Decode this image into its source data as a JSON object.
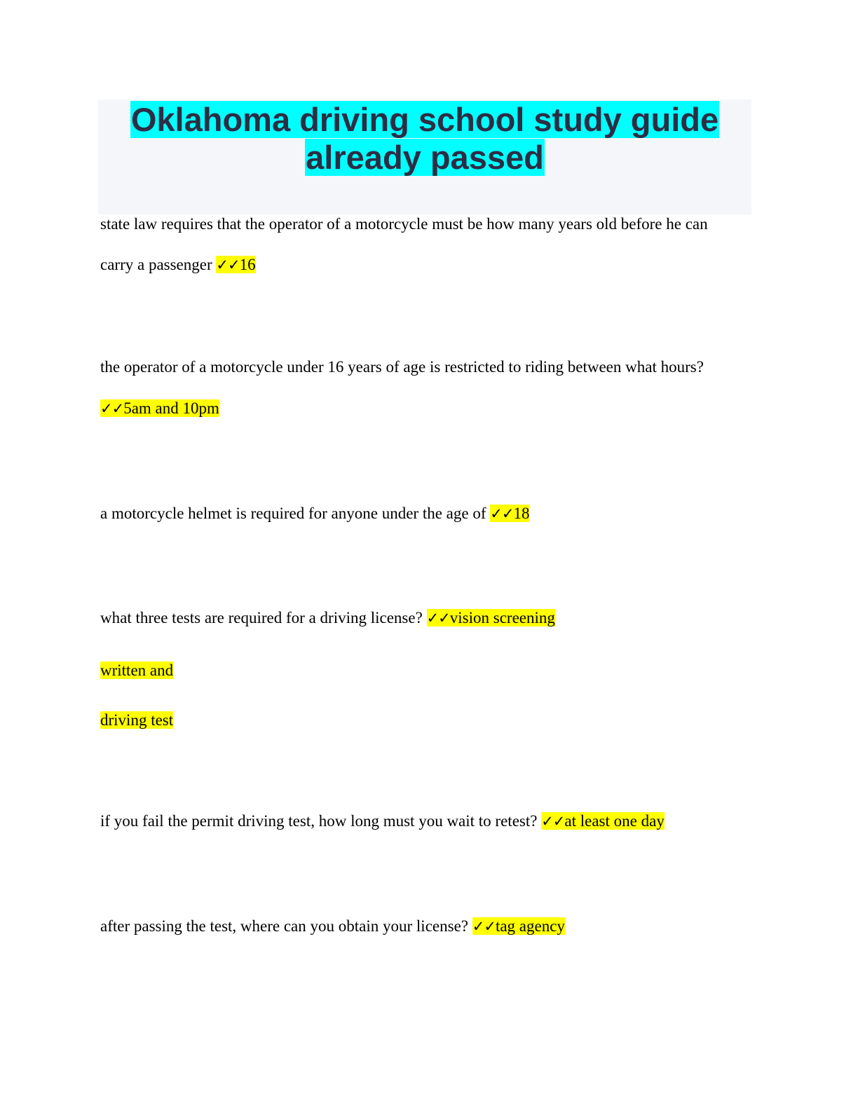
{
  "title": {
    "line1": "Oklahoma driving school study guide",
    "line2": "already passed"
  },
  "check_mark": "✓✓",
  "qa": [
    {
      "question_line1": "state law requires that the operator of a motorcycle must be how many years old before he can",
      "question_line2": "carry a passenger",
      "answer": "16"
    },
    {
      "question": "the operator of a motorcycle under 16 years of age is restricted to riding between what hours?",
      "answer": "5am and 10pm"
    },
    {
      "question": "a motorcycle helmet is required for anyone under the age of",
      "answer": "18"
    },
    {
      "question": "what three tests are required for a driving license?",
      "answer_lines": [
        "vision screening",
        "written and",
        "driving test"
      ]
    },
    {
      "question": "if you fail the permit driving test, how long must you wait to retest?",
      "answer": "at least one day"
    },
    {
      "question": "after passing the test, where can you obtain your license?",
      "answer": "tag agency"
    }
  ],
  "colors": {
    "title_highlight": "#00ffff",
    "answer_highlight": "#ffff00",
    "title_box": "#f5f6fa",
    "title_text": "#2d2d44"
  }
}
